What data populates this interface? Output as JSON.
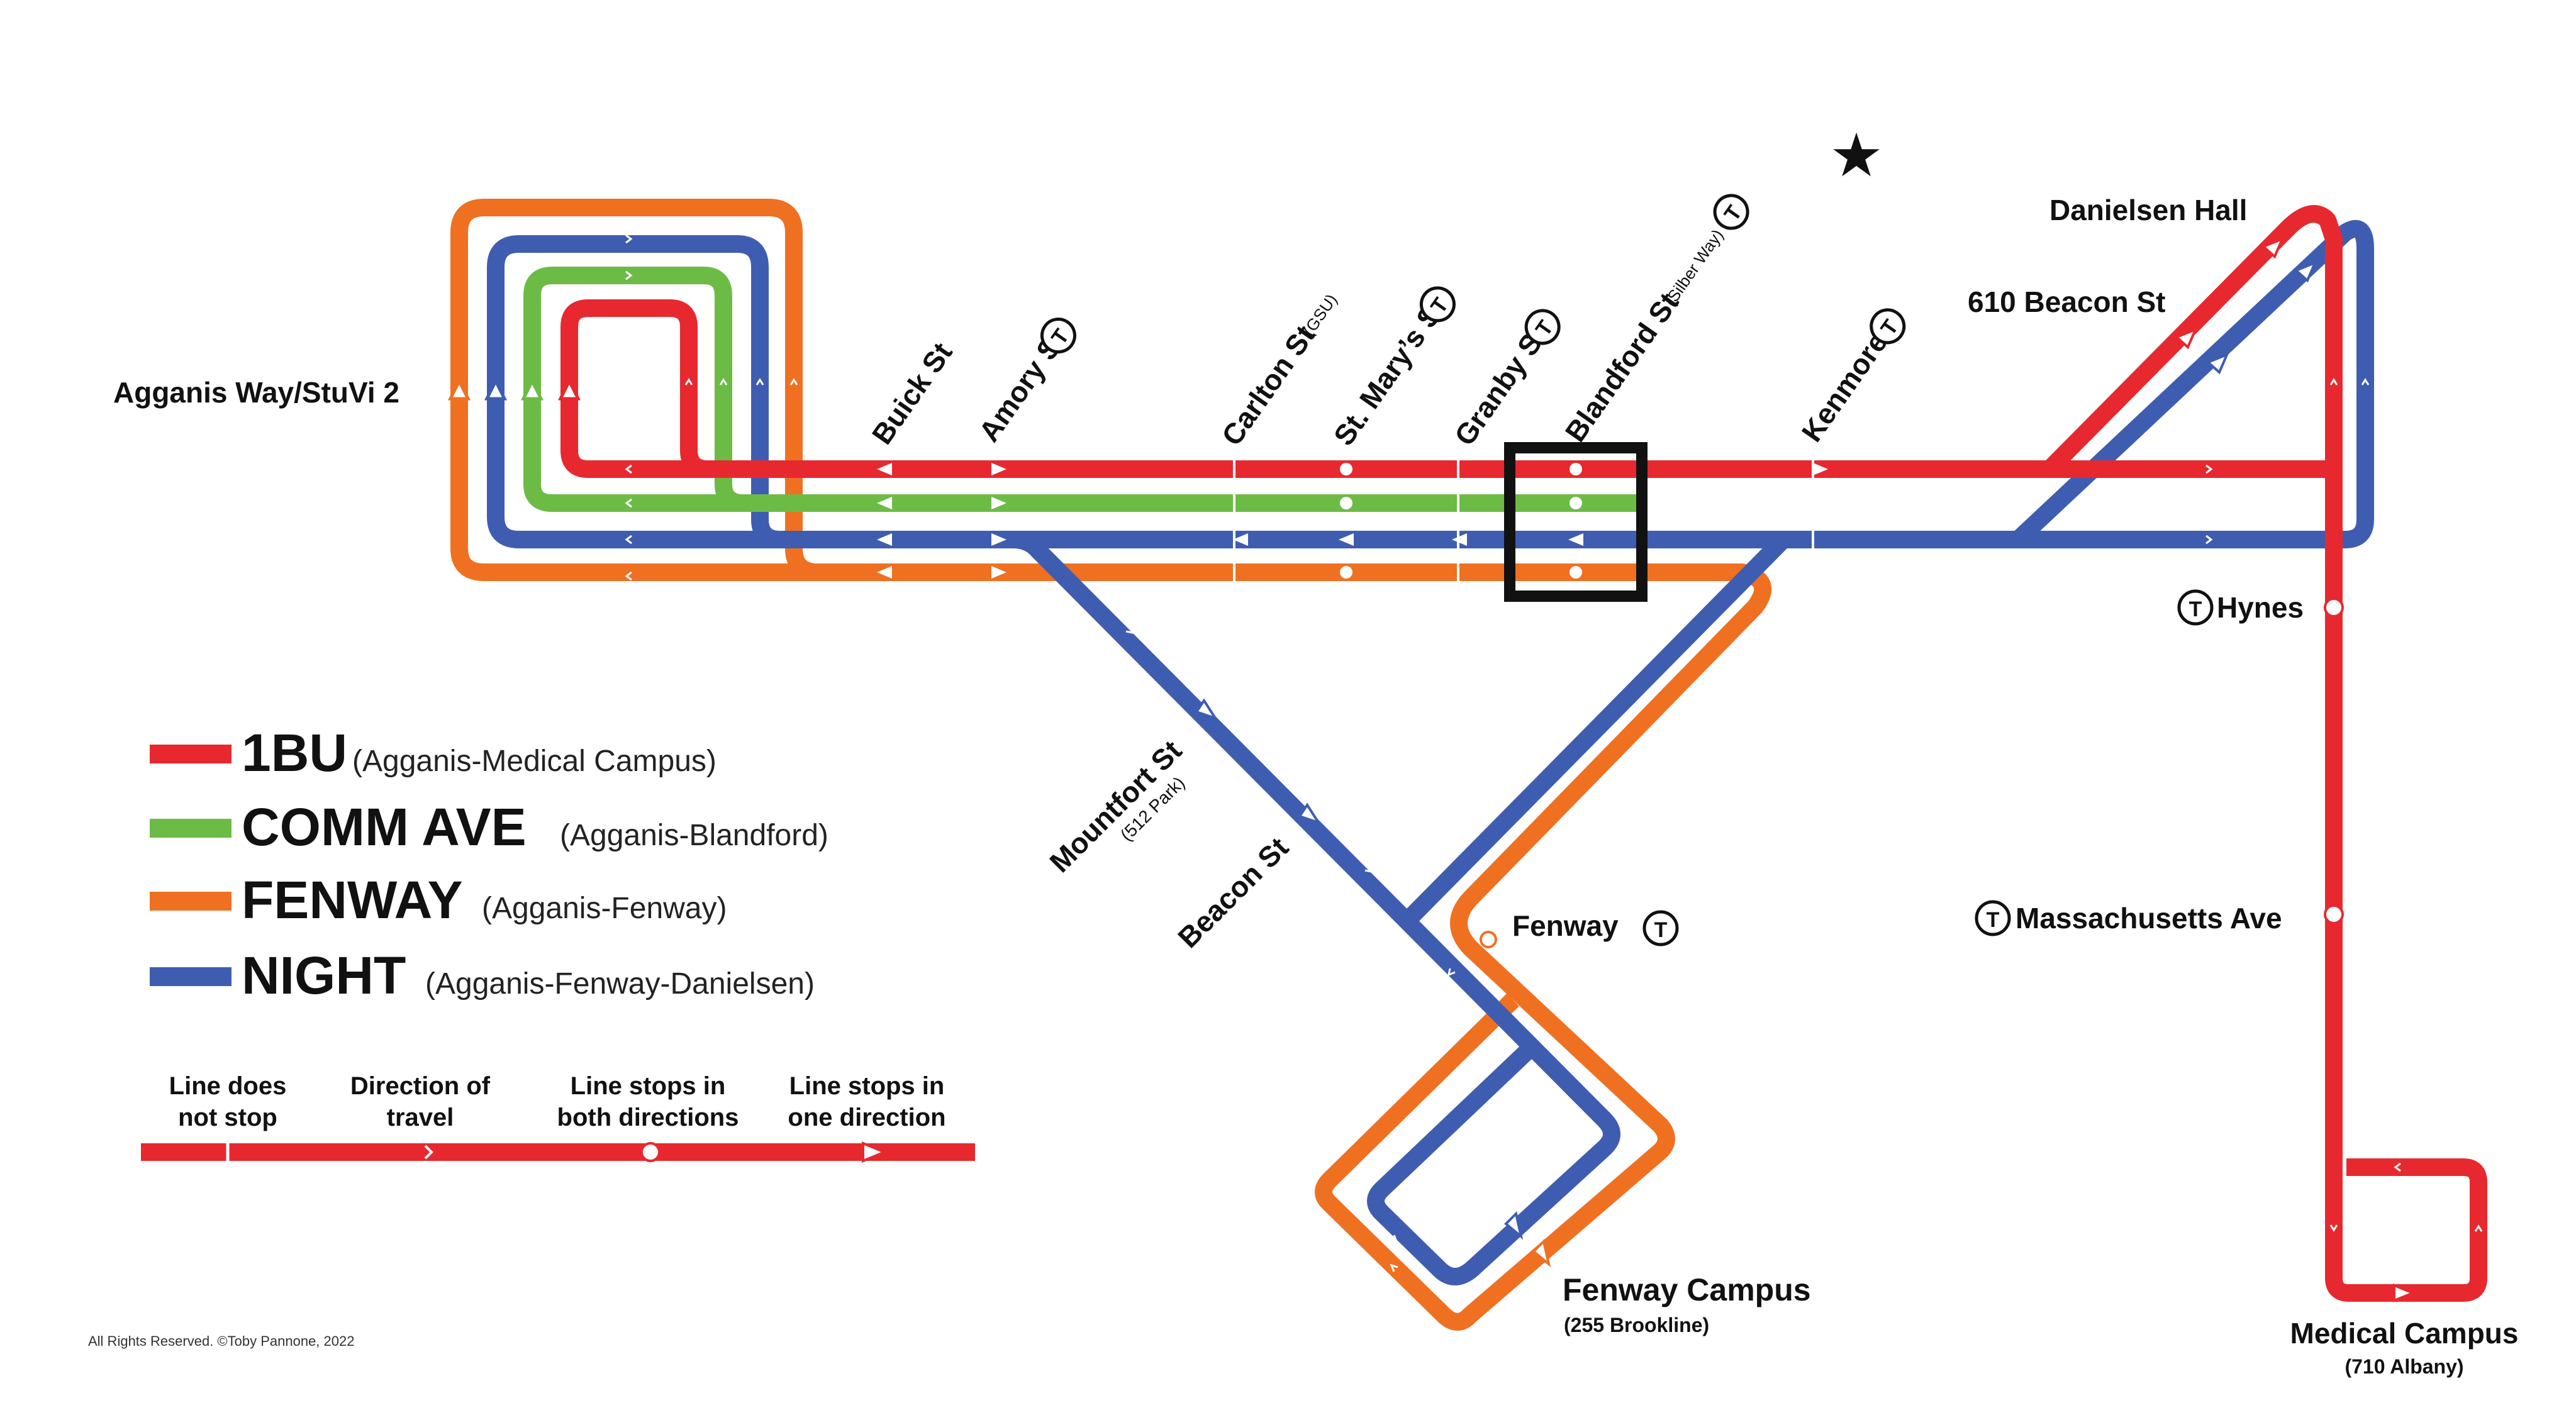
{
  "colors": {
    "red": "#e8282f",
    "green": "#6cbb45",
    "orange": "#f07021",
    "blue": "#3f5db0",
    "black": "#111111",
    "white": "#ffffff"
  },
  "stations": {
    "agganis": "Agganis Way/StuVi 2",
    "buick": "Buick St",
    "amory": "Amory St",
    "carlton": "Carlton St",
    "carlton_sub": "(GSU)",
    "st_marys": "St. Mary’s St",
    "granby": "Granby St",
    "blandford": "Blandford St",
    "blandford_sub": "(Silber Way)",
    "kenmore": "Kenmore",
    "danielsen": "Danielsen Hall",
    "beacon610": "610 Beacon St",
    "hynes": "Hynes",
    "mass_ave": "Massachusetts Ave",
    "medical": "Medical Campus",
    "medical_sub": "(710 Albany)",
    "mountfort": "Mountfort St",
    "mountfort_sub": "(512 Park)",
    "beacon_st": "Beacon St",
    "fenway": "Fenway",
    "fenway_campus": "Fenway Campus",
    "fenway_campus_sub": "(255 Brookline)"
  },
  "t_symbol": "T",
  "star_symbol": "★",
  "legend": {
    "lines": [
      {
        "name": "1BU",
        "desc": "(Agganis-Medical Campus)",
        "color": "#e8282f"
      },
      {
        "name": "COMM AVE",
        "desc": "(Agganis-Blandford)",
        "color": "#6cbb45"
      },
      {
        "name": "FENWAY",
        "desc": "(Agganis-Fenway)",
        "color": "#f07021"
      },
      {
        "name": "NIGHT",
        "desc": "(Agganis-Fenway-Danielsen)",
        "color": "#3f5db0"
      }
    ],
    "key": [
      {
        "line1": "Line does",
        "line2": "not stop"
      },
      {
        "line1": "Direction of",
        "line2": "travel"
      },
      {
        "line1": "Line stops in",
        "line2": "both directions"
      },
      {
        "line1": "Line stops in",
        "line2": "one direction"
      }
    ]
  },
  "copyright": "All Rights Reserved. ©Toby Pannone, 2022"
}
